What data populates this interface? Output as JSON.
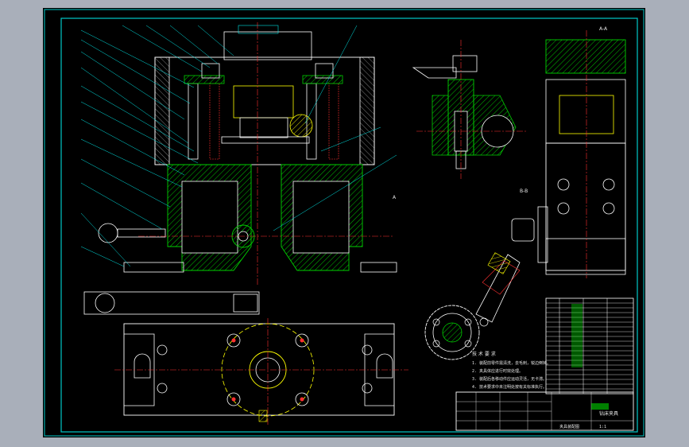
{
  "window": {
    "background": "#a9afba",
    "canvas_background": "#000000"
  },
  "colors": {
    "frame": "#00c8c8",
    "part": "#ffffff",
    "hatch": "#00d000",
    "accent": "#ffff00",
    "center": "#ff3030",
    "dim": "#00e5e5",
    "leader": "#00e5e5",
    "table_cell": "#00ffff",
    "label_green": "#00ff00"
  },
  "drawing": {
    "section_a_label": "A",
    "section_bb_label": "B-B",
    "section_aa_label": "A-A",
    "tech_notes_title": "技 术 要 求",
    "tech_notes": [
      "1. 装配前零件需清洗，去毛刺，锐边倒钝。",
      "2. 夹具体应进行时效处理。",
      "3. 装配后各移动件应运动灵活，无卡滞。",
      "4. 技术要求中未注明处按有关标准执行。"
    ],
    "title_block": {
      "title": "钻床夹具",
      "drawing_no": "夹具装配图",
      "scale": "1:1"
    }
  }
}
